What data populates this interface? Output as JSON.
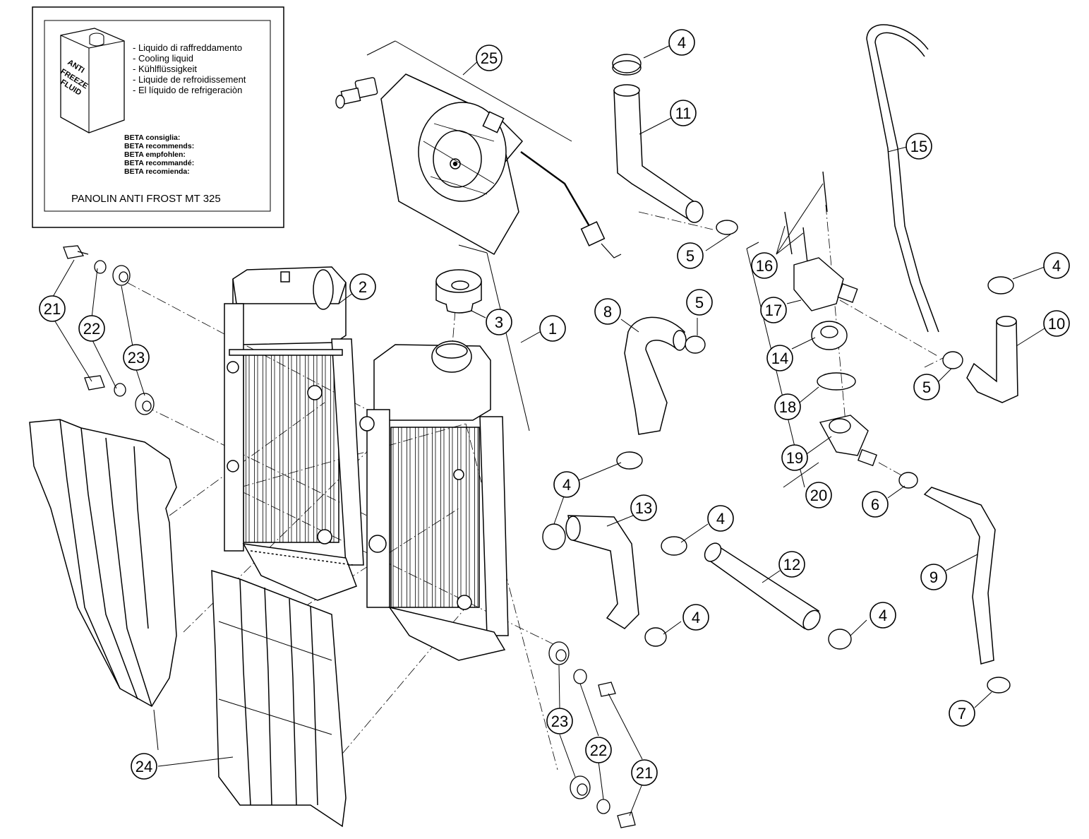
{
  "legend": {
    "jug_label": [
      "ANTI",
      "FREEZE",
      "FLUID"
    ],
    "liquid_names": [
      "- Liquido di raffreddamento",
      "- Cooling liquid",
      "- Kühlflüssigkeit",
      "- Liquide de refroidissement",
      "- El líquido de refrigeraciòn"
    ],
    "recommends": [
      "BETA consiglia:",
      "BETA recommends:",
      "BETA empfohlen:",
      "BETA recommandé:",
      "BETA recomienda:"
    ],
    "product": "PANOLIN ANTI FROST MT 325"
  },
  "callouts": [
    {
      "id": "c25",
      "n": "25"
    },
    {
      "id": "c4a",
      "n": "4"
    },
    {
      "id": "c11",
      "n": "11"
    },
    {
      "id": "c15",
      "n": "15"
    },
    {
      "id": "c5a",
      "n": "5"
    },
    {
      "id": "c16",
      "n": "16"
    },
    {
      "id": "c4b",
      "n": "4"
    },
    {
      "id": "c10",
      "n": "10"
    },
    {
      "id": "c21a",
      "n": "21"
    },
    {
      "id": "c22a",
      "n": "22"
    },
    {
      "id": "c23a",
      "n": "23"
    },
    {
      "id": "c2",
      "n": "2"
    },
    {
      "id": "c3",
      "n": "3"
    },
    {
      "id": "c1",
      "n": "1"
    },
    {
      "id": "c8",
      "n": "8"
    },
    {
      "id": "c5b",
      "n": "5"
    },
    {
      "id": "c17",
      "n": "17"
    },
    {
      "id": "c14",
      "n": "14"
    },
    {
      "id": "c5c",
      "n": "5"
    },
    {
      "id": "c18",
      "n": "18"
    },
    {
      "id": "c19",
      "n": "19"
    },
    {
      "id": "c20",
      "n": "20"
    },
    {
      "id": "c6",
      "n": "6"
    },
    {
      "id": "c4c",
      "n": "4"
    },
    {
      "id": "c13",
      "n": "13"
    },
    {
      "id": "c4d",
      "n": "4"
    },
    {
      "id": "c12",
      "n": "12"
    },
    {
      "id": "c9",
      "n": "9"
    },
    {
      "id": "c4e",
      "n": "4"
    },
    {
      "id": "c4f",
      "n": "4"
    },
    {
      "id": "c7",
      "n": "7"
    },
    {
      "id": "c23b",
      "n": "23"
    },
    {
      "id": "c22b",
      "n": "22"
    },
    {
      "id": "c21b",
      "n": "21"
    },
    {
      "id": "c24",
      "n": "24"
    }
  ]
}
